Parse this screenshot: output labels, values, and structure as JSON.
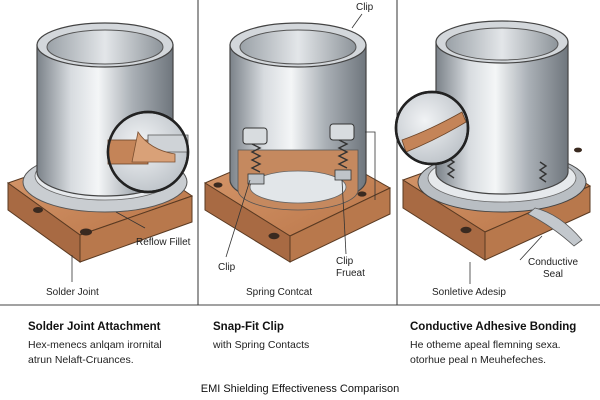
{
  "panels": [
    {
      "callouts": {
        "top": "",
        "left": "Reflow Fillet",
        "bottom": "Solder Joint"
      },
      "title": "Solder Joint Attachment",
      "desc": [
        "Hex-menecs anlqam irornital",
        "atrun Nelaft-Cruances."
      ]
    },
    {
      "callouts": {
        "top": "Clip",
        "left": "Clip",
        "right": "Clip Frueat",
        "bottom": "Spring Contcat"
      },
      "title": "Snap-Fit Clip",
      "desc": [
        "with Spring Contacts"
      ]
    },
    {
      "callouts": {
        "right": "Conductive Seal",
        "bottom": "Sonletive Adesip"
      },
      "title": "Conductive Adhesive Bonding",
      "desc": [
        "He otheme apeal flemning sexa.",
        "otorhue peal n Meuhefeches."
      ]
    }
  ],
  "footer": {
    "title": "EMI Shielding Effectiveness Comparison"
  },
  "colors": {
    "copper": "#c98659",
    "copper_dark": "#a86a43",
    "steel_light": "#e8ebee",
    "steel_dark": "#7b8289"
  }
}
